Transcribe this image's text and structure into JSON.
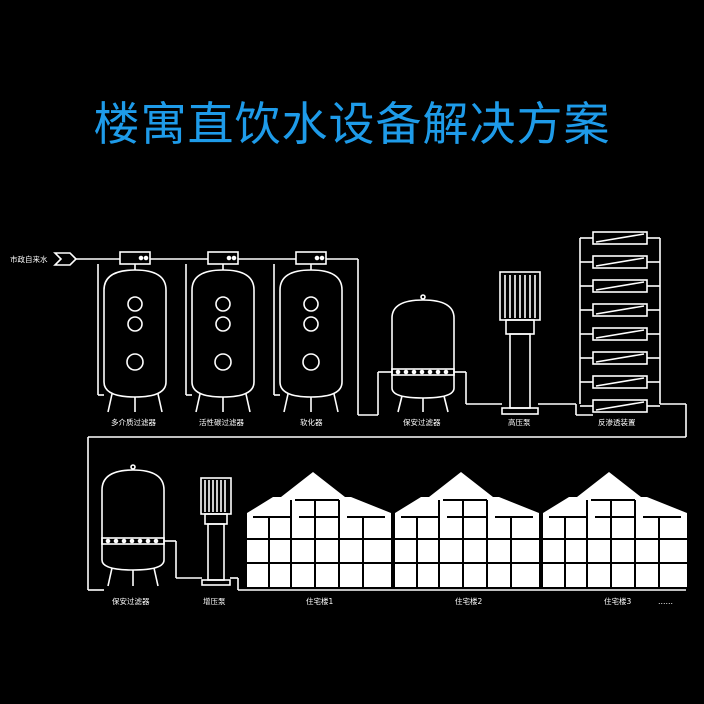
{
  "title": "楼寓直饮水设备解决方案",
  "colors": {
    "title": "#1e9be9",
    "line": "#ffffff",
    "background": "#000000"
  },
  "labels": {
    "source": "市政自来水",
    "multi_media_filter": "多介质过滤器",
    "activated_carbon_filter": "活性碳过滤器",
    "softener": "软化器",
    "security_filter_1": "保安过滤器",
    "high_pressure_pump": "高压泵",
    "ro_unit": "反渗透装置",
    "security_filter_2": "保安过滤器",
    "booster_pump": "增压泵",
    "building_1": "住宅楼1",
    "building_2": "住宅楼2",
    "building_3": "住宅楼3",
    "ellipsis": "……"
  }
}
